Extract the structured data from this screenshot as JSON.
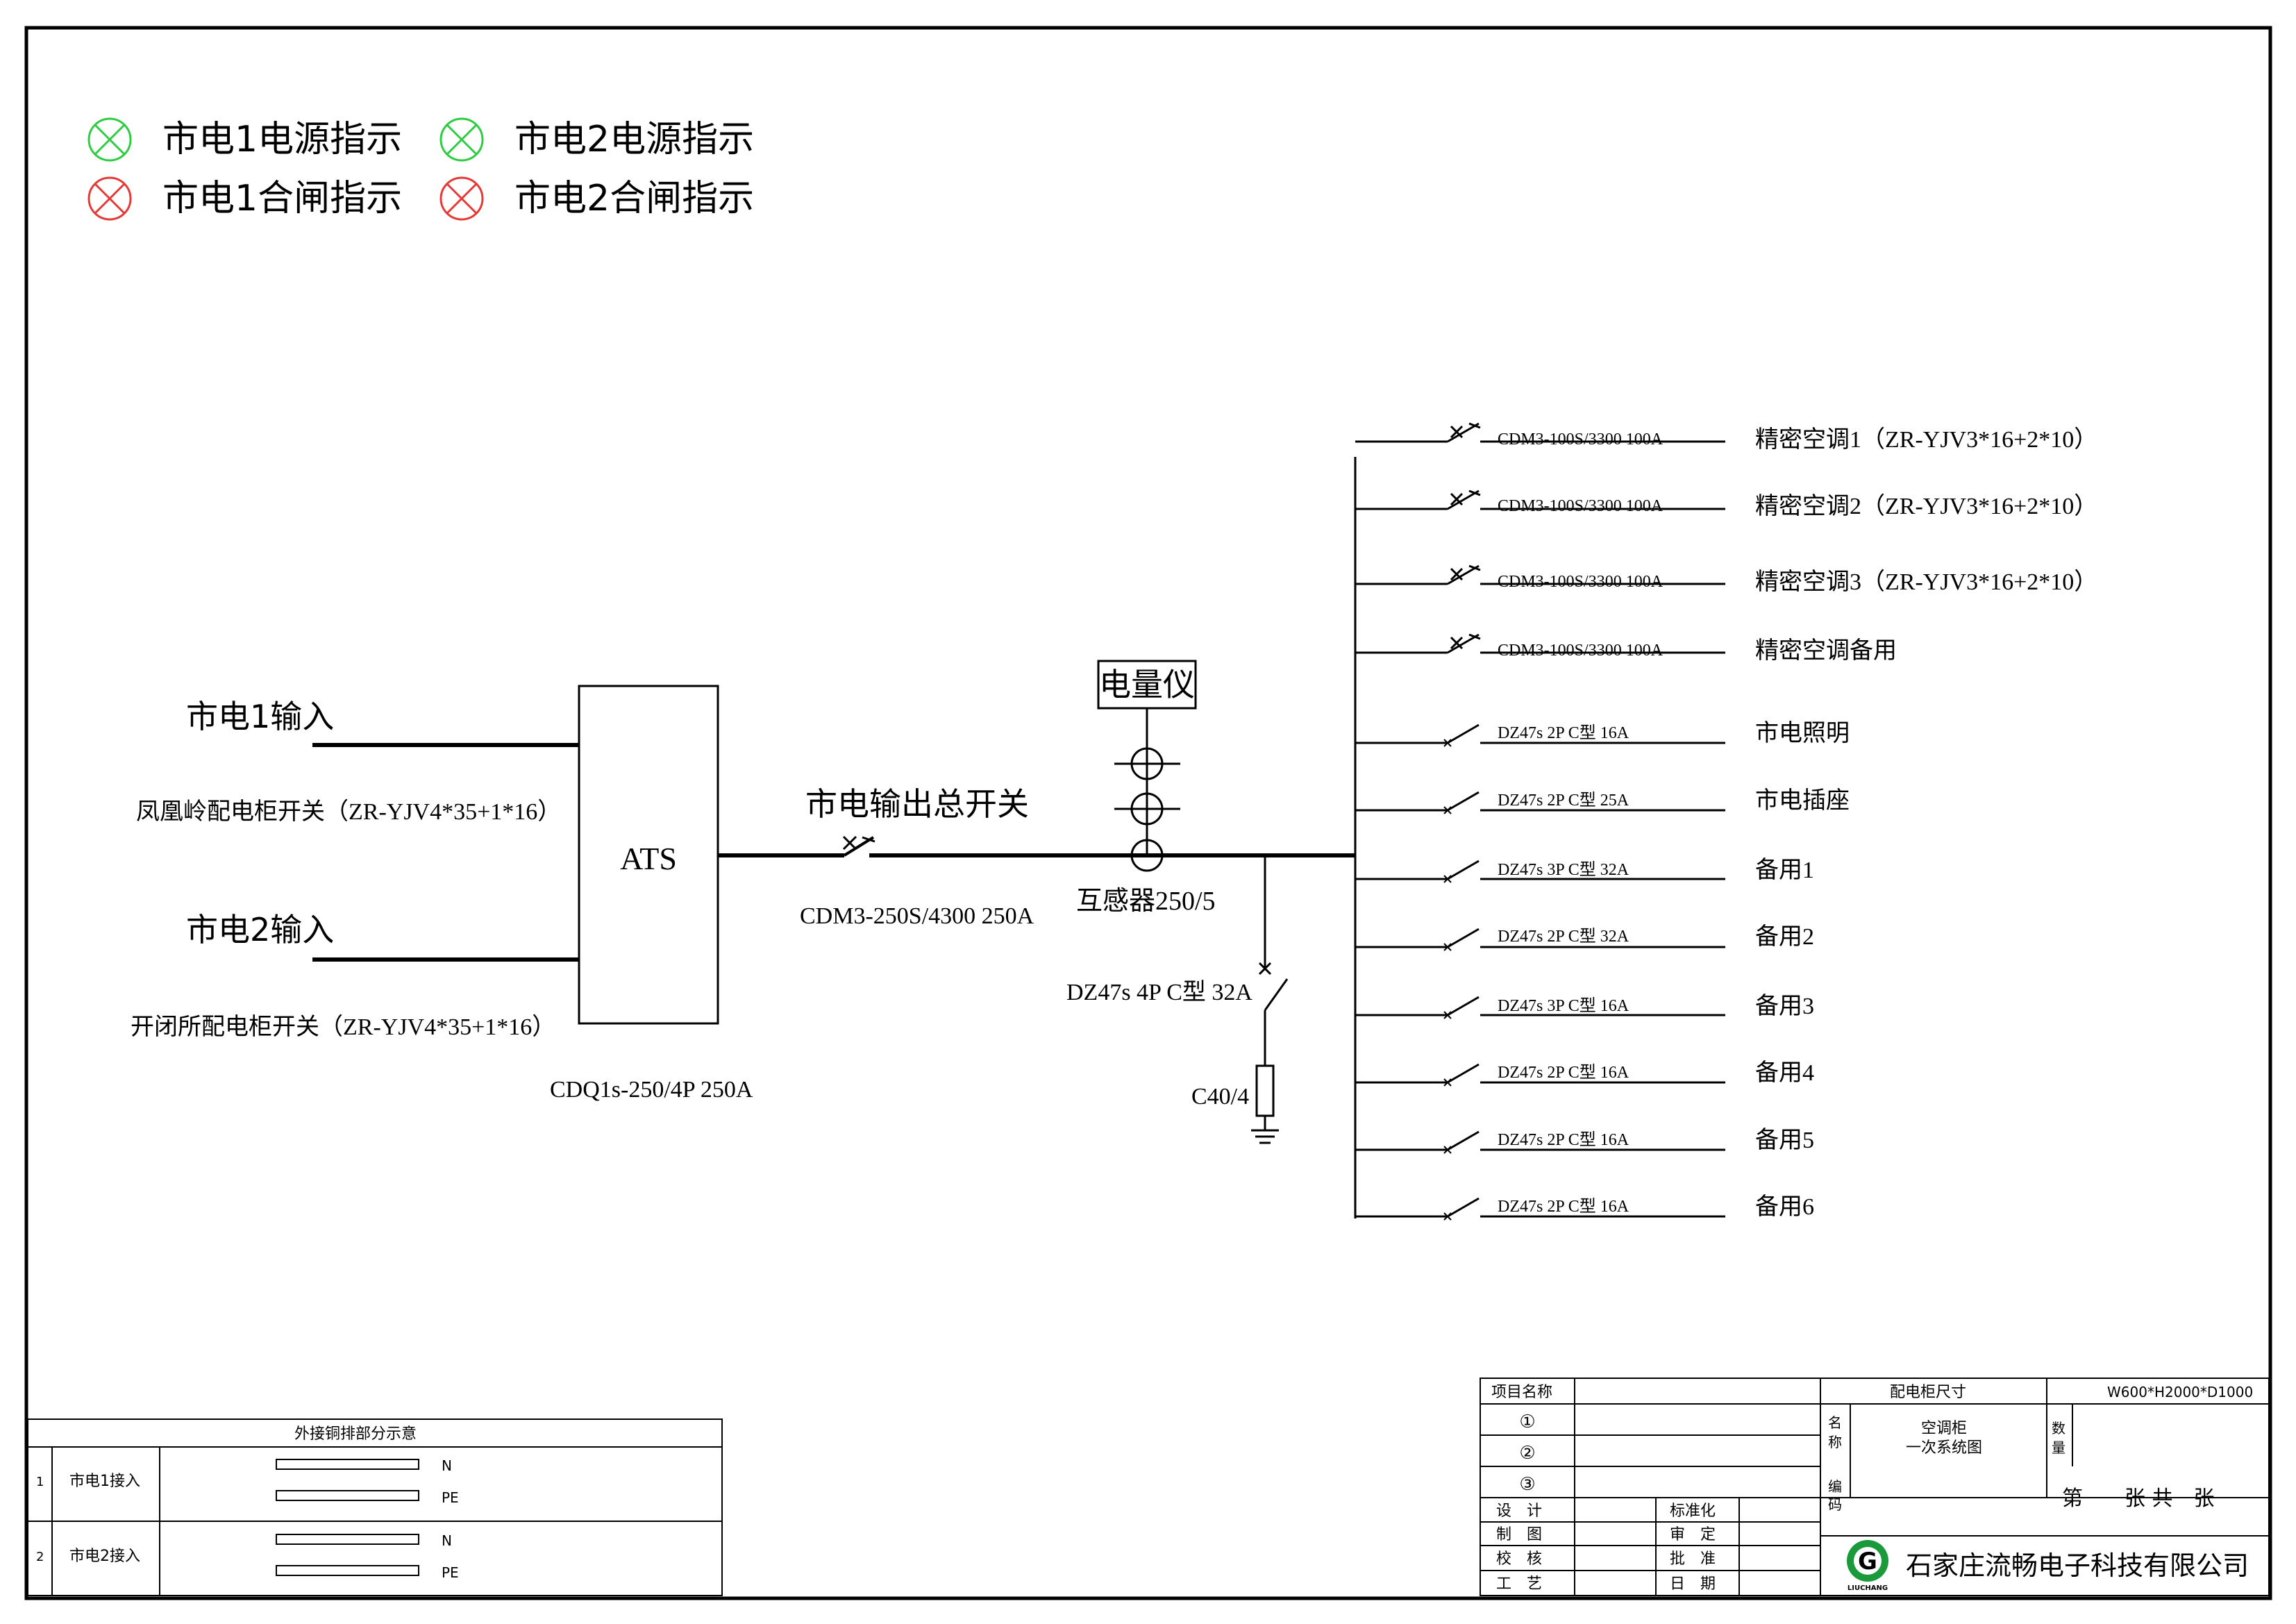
{
  "indicators": [
    {
      "label": "市电1电源指示",
      "color": "#2ecc40"
    },
    {
      "label": "市电2电源指示",
      "color": "#2ecc40"
    },
    {
      "label": "市电1合闸指示",
      "color": "#e53935"
    },
    {
      "label": "市电2合闸指示",
      "color": "#e53935"
    }
  ],
  "inputs": {
    "in1_label": "市电1输入",
    "in1_cable": "凤凰岭配电柜开关（ZR-YJV4*35+1*16）",
    "in2_label": "市电2输入",
    "in2_cable": "开闭所配电柜开关（ZR-YJV4*35+1*16）"
  },
  "ats": {
    "label": "ATS",
    "model": "CDQ1s-250/4P 250A"
  },
  "main_switch": {
    "label": "市电输出总开关",
    "model": "CDM3-250S/4300 250A"
  },
  "meter": {
    "label": "电量仪",
    "ct": "互感器250/5"
  },
  "spd": {
    "breaker": "DZ47s 4P C型 32A",
    "arrester": "C40/4"
  },
  "branches": [
    {
      "breaker": "CDM3-100S/3300 100A",
      "load": "精密空调1（ZR-YJV3*16+2*10）",
      "type": "mccb"
    },
    {
      "breaker": "CDM3-100S/3300 100A",
      "load": "精密空调2（ZR-YJV3*16+2*10）",
      "type": "mccb"
    },
    {
      "breaker": "CDM3-100S/3300 100A",
      "load": "精密空调3（ZR-YJV3*16+2*10）",
      "type": "mccb"
    },
    {
      "breaker": "CDM3-100S/3300 100A",
      "load": "精密空调备用",
      "type": "mccb"
    },
    {
      "breaker": "DZ47s 2P C型 16A",
      "load": "市电照明",
      "type": "mcb"
    },
    {
      "breaker": "DZ47s 2P C型 25A",
      "load": "市电插座",
      "type": "mcb"
    },
    {
      "breaker": "DZ47s 3P C型 32A",
      "load": "备用1",
      "type": "mcb"
    },
    {
      "breaker": "DZ47s 2P C型 32A",
      "load": "备用2",
      "type": "mcb"
    },
    {
      "breaker": "DZ47s 3P C型 16A",
      "load": "备用3",
      "type": "mcb"
    },
    {
      "breaker": "DZ47s 2P C型 16A",
      "load": "备用4",
      "type": "mcb"
    },
    {
      "breaker": "DZ47s 2P C型 16A",
      "load": "备用5",
      "type": "mcb"
    },
    {
      "breaker": "DZ47s 2P C型 16A",
      "load": "备用6",
      "type": "mcb"
    }
  ],
  "busbar_table": {
    "title": "外接铜排部分示意",
    "rows": [
      {
        "no": "1",
        "name": "市电1接入",
        "bars": [
          "N",
          "PE"
        ]
      },
      {
        "no": "2",
        "name": "市电2接入",
        "bars": [
          "N",
          "PE"
        ]
      }
    ]
  },
  "title_block": {
    "project_label": "项目名称",
    "size_label": "配电柜尺寸",
    "size_value": "W600*H2000*D1000",
    "circle1": "①",
    "circle2": "②",
    "circle3": "③",
    "name_label": "名\n称",
    "name_value_1": "空调柜",
    "name_value_2": "一次系统图",
    "qty_label": "数\n量",
    "code_label": "编\n码",
    "sheet": "第　　张 共　张",
    "design": "设　计",
    "draw": "制　图",
    "check": "校　核",
    "craft": "工　艺",
    "std": "标准化",
    "review": "审　定",
    "approve": "批　准",
    "date": "日　期",
    "company": "石家庄流畅电子科技有限公司",
    "logo_text": "LIUCHANG",
    "logo_color": "#1a9a3a",
    "logo_accent": "#e53935"
  }
}
